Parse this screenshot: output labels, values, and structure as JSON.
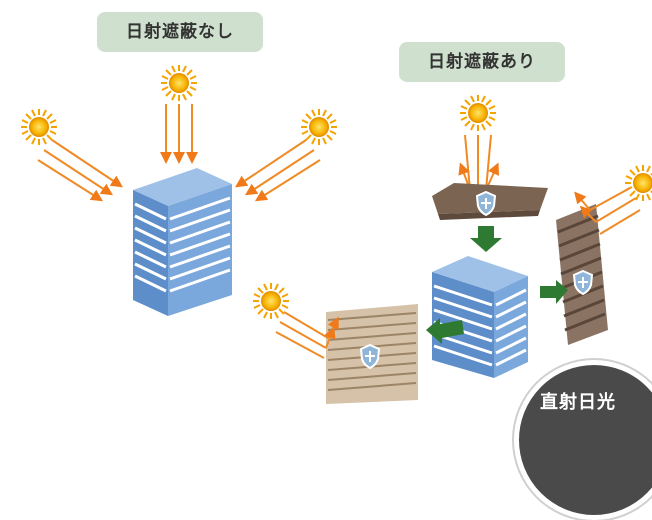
{
  "labels": {
    "no_shading": "日射遮蔽なし",
    "with_shading": "日射遮蔽あり"
  },
  "badge": {
    "text": "直射日光"
  },
  "icons": [
    "sun-icon",
    "shield-icon",
    "arrow-icon",
    "building-icon"
  ],
  "colors": {
    "label_bg": "#cfe0cf",
    "sun": "#f5a300",
    "ray": "#f08a24",
    "arrow_green": "#2e7a33",
    "building_blue": "#6f9fd8",
    "shade_brown": "#7a6250"
  }
}
